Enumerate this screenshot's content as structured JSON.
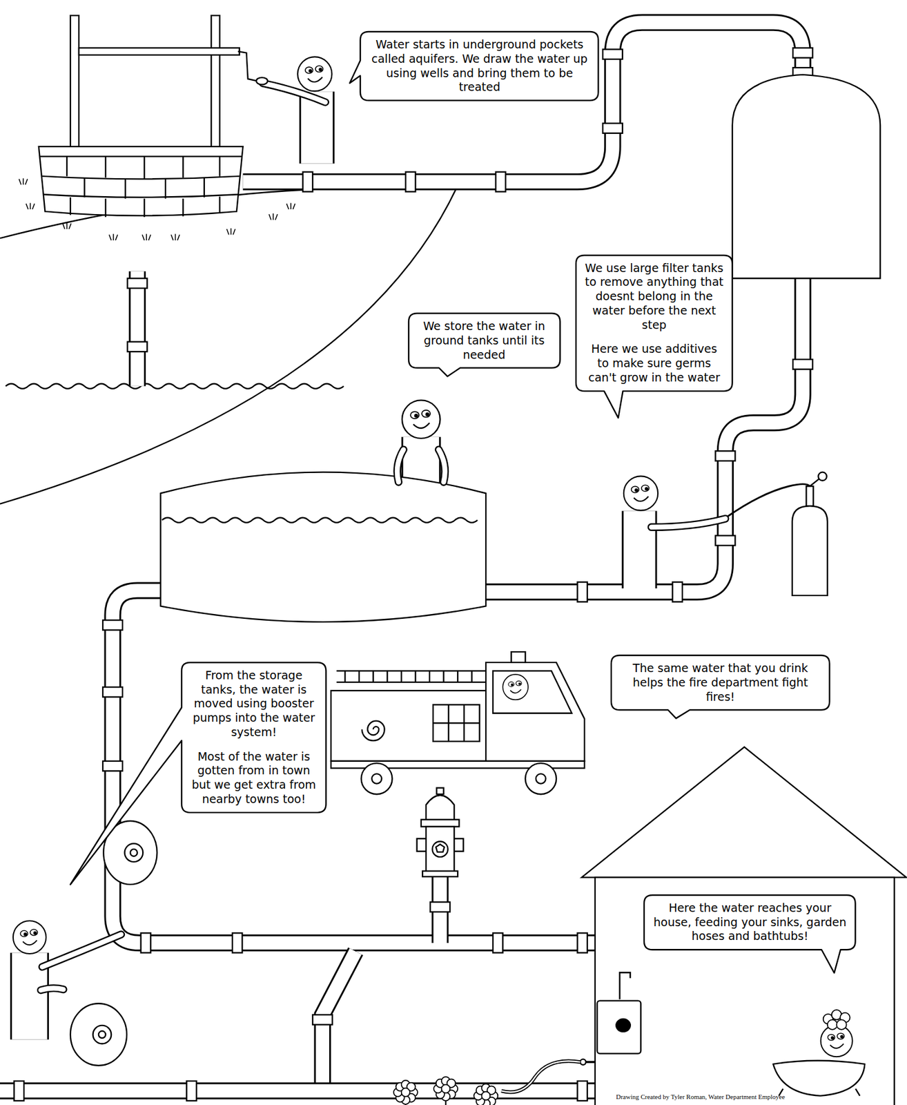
{
  "diagram": {
    "caption": "Drawing Created by Tyler Roman, Water Department Employee",
    "nodes": [
      {
        "text": [
          "Water starts in underground pockets called aquifers. We draw the water up using wells and bring them to be treated"
        ]
      },
      {
        "text": [
          "We use large filter tanks to remove anything that doesnt belong in the water before the next step",
          "Here we use additives to make sure germs can't grow in the water"
        ]
      },
      {
        "text": [
          "We store the water in ground tanks until its needed"
        ]
      },
      {
        "text": [
          "From the storage tanks, the water is moved using booster pumps into the water system!",
          "Most of the water is gotten from in town but we get extra from nearby towns too!"
        ]
      },
      {
        "text": [
          "The same water that you drink helps the fire department fight fires!"
        ]
      },
      {
        "text": [
          "Here the water reaches your house, feeding your sinks, garden hoses and bathtubs!"
        ]
      }
    ]
  }
}
